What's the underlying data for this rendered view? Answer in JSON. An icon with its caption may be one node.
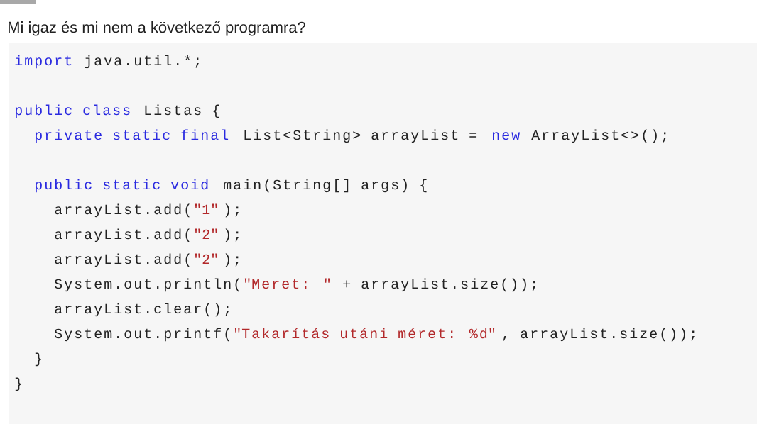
{
  "diagram": {
    "title": "Mi igaz és mi nem a következő programra?",
    "labels": [
      "import",
      "java.util.*;",
      "public class",
      "Listas {",
      "private static final",
      "List<String> arrayList =",
      "new",
      "ArrayList<>();",
      "public static void",
      "main(String[] args) {",
      "arrayList.add(",
      "\"1\"",
      ");",
      "arrayList.add(",
      "\"2\"",
      ");",
      "arrayList.add(",
      "\"2\"",
      ");",
      "System.out.println(",
      "\"Meret: \"",
      "+ arrayList.size());",
      "arrayList.clear();",
      "System.out.printf(",
      "\"Takarítás utáni méret: %d\"",
      ", arrayList.size());",
      "}",
      "}"
    ]
  }
}
